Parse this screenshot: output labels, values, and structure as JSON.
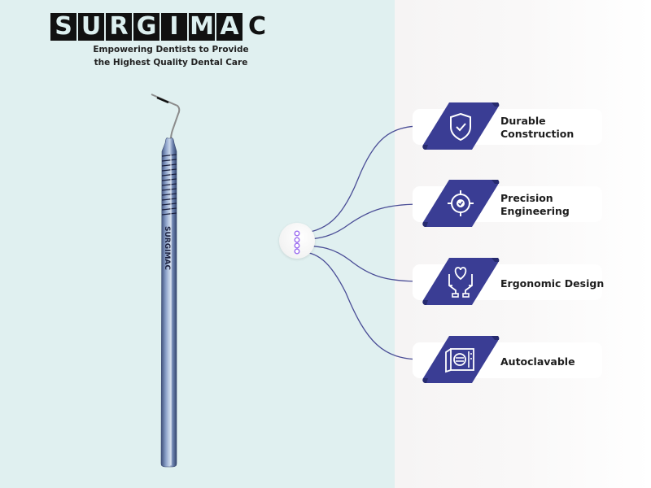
{
  "brand": {
    "logo_letters": [
      "S",
      "U",
      "R",
      "G",
      "I",
      "M",
      "A",
      "C"
    ],
    "logo_text": "SURGIMAC",
    "tagline_line1": "Empowering Dentists to Provide",
    "tagline_line2": "the Highest Quality Dental Care"
  },
  "instrument": {
    "engraving": "SURGIMAC",
    "type": "dental-probe"
  },
  "features": [
    {
      "line1": "Durable",
      "line2": "Construction",
      "icon": "shield-check-icon"
    },
    {
      "line1": "Precision",
      "line2": "Engineering",
      "icon": "target-check-icon"
    },
    {
      "line1": "Ergonomic Design",
      "line2": "",
      "icon": "hands-heart-icon"
    },
    {
      "line1": "Autoclavable",
      "line2": "",
      "icon": "autoclave-icon"
    }
  ],
  "colors": {
    "left_bg": "#e0f0f0",
    "right_bg": "#f7f5f5",
    "ribbon": "#3a3d94",
    "ribbon_dark": "#262a6e",
    "connector": "#4a4d96",
    "hub_dot": "#9b6cf0",
    "text": "#1e1e1e"
  }
}
